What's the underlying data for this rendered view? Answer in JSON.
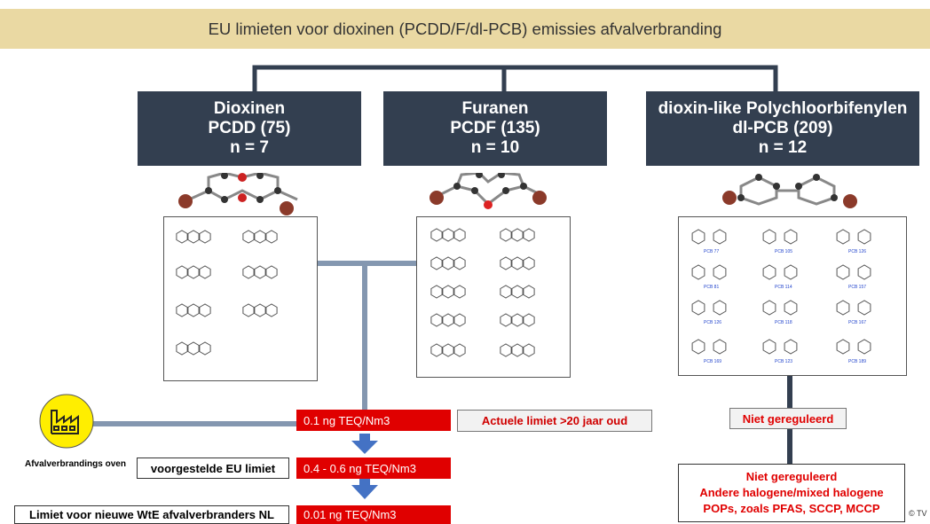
{
  "title": "EU limieten  voor dioxinen (PCDD/F/dl-PCB) emissies afvalverbranding",
  "groups": [
    {
      "line1": "Dioxinen",
      "line2": "PCDD   (75)",
      "line3": "n = 7"
    },
    {
      "line1": "Furanen",
      "line2": "PCDF   (135)",
      "line3": "n = 10"
    },
    {
      "line1": "dioxin-like Polychloorbifenylen",
      "line2": "dl-PCB   (209)",
      "line3": "n = 12"
    }
  ],
  "pcb_labels": [
    "PCB 77",
    "PCB 105",
    "PCB 126",
    "PCB 81",
    "PCB 114",
    "PCB 157",
    "PCB 126",
    "PCB 118",
    "PCB 167",
    "PCB 169",
    "PCB 123",
    "PCB 189"
  ],
  "limits": {
    "current": "0.1 ng TEQ/Nm3",
    "current_note": "Actuele limiet >20 jaar oud",
    "proposed": "0.4 - 0.6 ng TEQ/Nm3",
    "proposed_label": "voorgestelde EU limiet",
    "new_nl": "0.01 ng TEQ/Nm3",
    "new_nl_label": "Limiet voor nieuwe WtE afvalverbranders NL"
  },
  "oven_label": "Afvalverbrandings oven",
  "pcb_status": "Niet gereguleerd",
  "pcb_note": {
    "line1": "Niet gereguleerd",
    "line2": "Andere halogene/mixed halogene",
    "line3": "POPs, zoals PFAS, SCCP, MCCP"
  },
  "copyright": "© TV",
  "colors": {
    "title_bg": "#ead9a3",
    "dark_box": "#333f50",
    "connector": "#8497b0",
    "red": "#e00000",
    "factory": "#ffee00",
    "arrow": "#4472c4"
  }
}
